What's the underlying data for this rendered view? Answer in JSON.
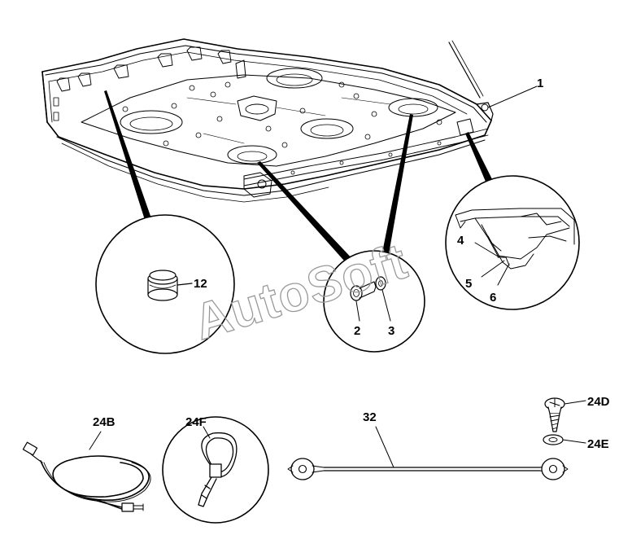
{
  "watermark": "AutoSoft",
  "callouts": {
    "c1": "1",
    "c2": "2",
    "c3": "3",
    "c4": "4",
    "c5": "5",
    "c6": "6",
    "c12": "12",
    "c24B": "24B",
    "c24D": "24D",
    "c24E": "24E",
    "c24F": "24F",
    "c32": "32"
  }
}
